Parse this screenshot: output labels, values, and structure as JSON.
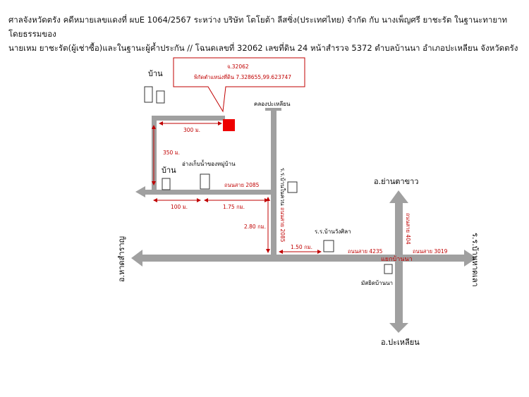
{
  "header": {
    "line1": "ศาลจังหวัดตรัง คดีหมายเลขแดงที่ ผบE 1064/2567 ระหว่าง บริษัท โตโยต้า ลีสซิ่ง(ประเทศไทย) จำกัด กับ นางเพ็ญศรี ยาชะรัต ในฐานะทายาทโดยธรรมของ",
    "line2": "นายเหม ยาชะรัต(ผู้เช่าซื้อ)และในฐานะผู้ค้ำประกัน // โฉนดเลขที่ 32062 เลขที่ดิน 24 หน้าสำรวจ 5372 ตำบลบ้านนา อำเภอปะเหลียน จังหวัดตรัง"
  },
  "callout": {
    "line1": "จ.32062",
    "line2": "พิกัดตำแหน่งที่ดิน 7.328655,99.623747"
  },
  "labels": {
    "house_top": "บ้าน",
    "house_left": "บ้าน",
    "canal": "คลองปะเหลียน",
    "water_tank": "อ่างเก็บน้ำของหมู่บ้าน",
    "school_ban_nai_khuan": "ร.ร.บ้านในควน",
    "ya_tayao": "อ.ย่านตาขาว",
    "school_wang_sila": "ร.ร.บ้านวังศิลา",
    "hat_samran": "อ.หาดสำราญ",
    "school_hat_sao": "ร.ร.บ้านหาดเลา",
    "mosque": "มัสยิดบ้านนา",
    "palian": "อ.ปะเหลียน",
    "junction": "แยกบ้านนา"
  },
  "road_labels": {
    "r2085_h": "ถนนสาย 2085",
    "r2085_v": "ถนนสาย 2085",
    "r4235": "ถนนสาย 4235",
    "r3019": "ถนนสาย 3019",
    "r404": "ถนนสาย 404"
  },
  "distances": {
    "d300": "300 ม.",
    "d350": "350 ม.",
    "d100": "100 ม.",
    "d175": "1.75 กม.",
    "d280": "2.80 กม.",
    "d150": "1.50 กม."
  },
  "colors": {
    "road": "#a0a0a0",
    "accent": "#c00000",
    "plot": "#ee0000"
  }
}
